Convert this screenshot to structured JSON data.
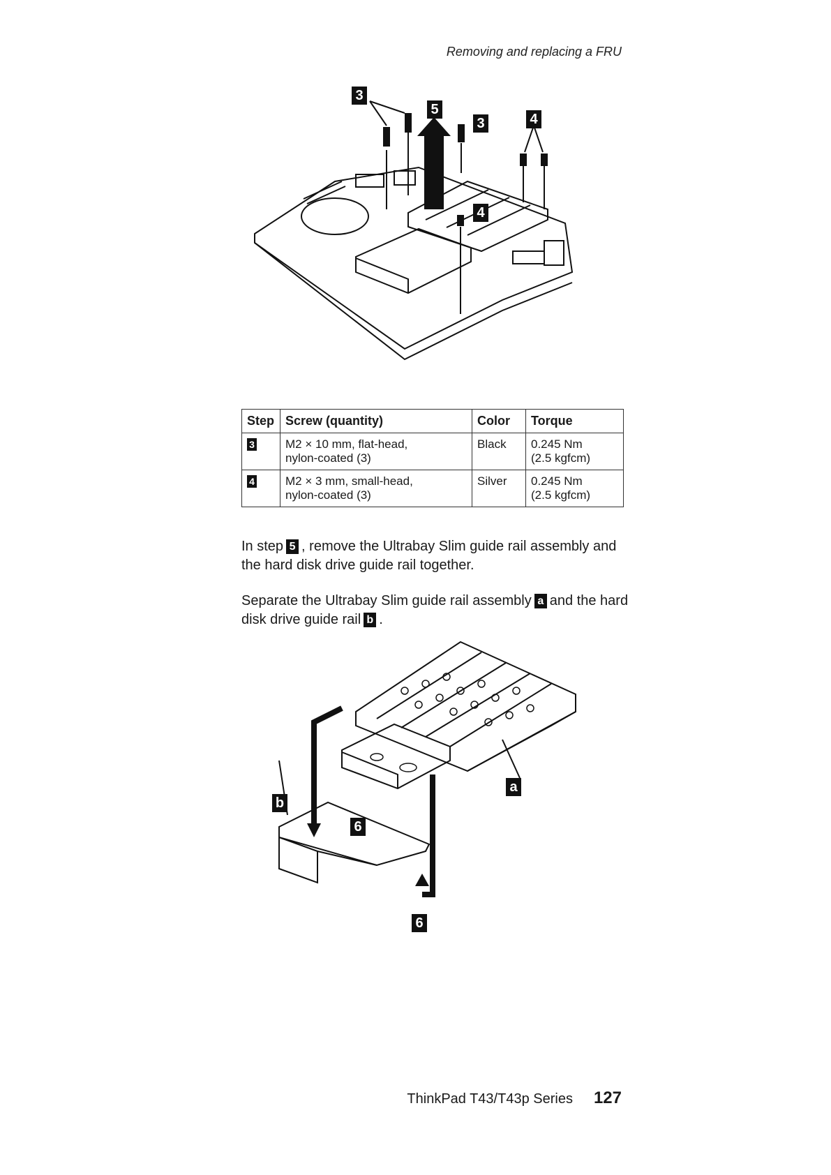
{
  "header": {
    "running_title": "Removing and replacing a FRU"
  },
  "figure1": {
    "callouts": [
      "3",
      "5",
      "3",
      "4",
      "4"
    ]
  },
  "table": {
    "headers": [
      "Step",
      "Screw (quantity)",
      "Color",
      "Torque"
    ],
    "rows": [
      {
        "step": "3",
        "screw_line1": "M2 × 10 mm, flat-head,",
        "screw_line2": "nylon-coated (3)",
        "color": "Black",
        "torque_line1": "0.245 Nm",
        "torque_line2": "(2.5 kgfcm)"
      },
      {
        "step": "4",
        "screw_line1": "M2 × 3 mm, small-head,",
        "screw_line2": "nylon-coated (3)",
        "color": "Silver",
        "torque_line1": "0.245 Nm",
        "torque_line2": "(2.5 kgfcm)"
      }
    ]
  },
  "para1": {
    "before": "In step",
    "callout": "5",
    "after": ", remove the Ultrabay Slim guide rail assembly and the hard disk drive guide rail together."
  },
  "para2": {
    "before": "Separate the Ultrabay Slim guide rail assembly",
    "callout_a": "a",
    "middle": "and the hard disk drive guide rail",
    "callout_b": "b",
    "after": "."
  },
  "figure2": {
    "callout_a": "a",
    "callout_b": "b",
    "callout_6_top": "6",
    "callout_6_bottom": "6"
  },
  "footer": {
    "book_title": "ThinkPad T43/T43p Series",
    "page_number": "127"
  }
}
